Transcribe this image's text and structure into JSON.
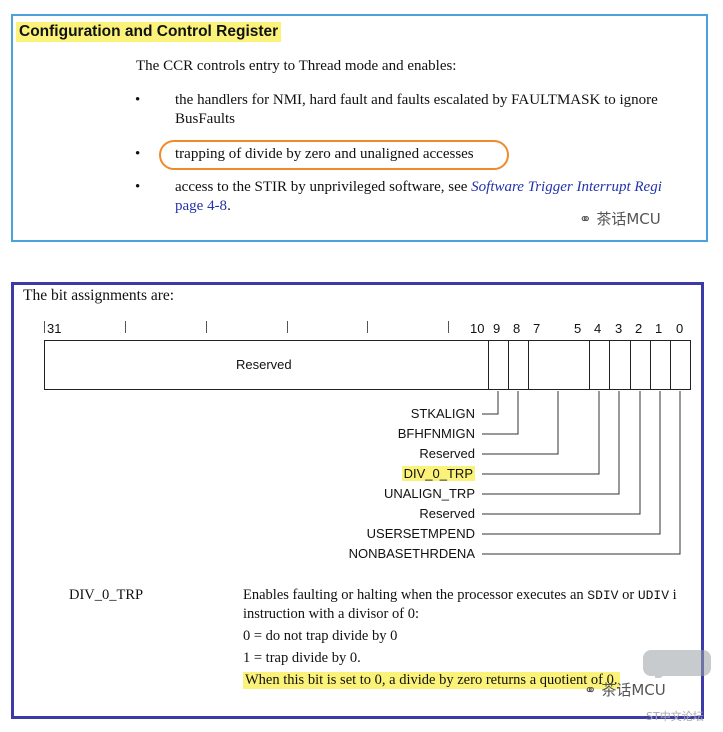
{
  "section1": {
    "heading": "Configuration and Control Register",
    "intro": "The CCR controls entry to Thread mode and enables:",
    "bullet_glyph": "•",
    "bullets": {
      "b1_line1": "the handlers for NMI, hard fault and faults escalated by FAULTMASK to ignore",
      "b1_line2": "BusFaults",
      "b2": "trapping of divide by zero and unaligned accesses",
      "b3_prefix": "access to the STIR by unprivileged software, see ",
      "b3_link": "Software Trigger Interrupt Regi",
      "b3_line2": "page 4-8",
      "b3_line2_end": "."
    },
    "watermark": "茶话MCU"
  },
  "section2": {
    "title": "The bit assignments are:",
    "bit_numbers": [
      "31",
      "10",
      "9",
      "8",
      "7",
      "5",
      "4",
      "3",
      "2",
      "1",
      "0"
    ],
    "reserved_label": "Reserved",
    "fields": [
      "STKALIGN",
      "BFHFNMIGN",
      "Reserved",
      "DIV_0_TRP",
      "UNALIGN_TRP",
      "Reserved",
      "USERSETMPEND",
      "NONBASETHRDENA"
    ],
    "highlight_color": "#fbf27a",
    "description": {
      "name": "DIV_0_TRP",
      "line1_pre": "Enables faulting or halting when the processor executes an ",
      "sdiv": "SDIV",
      "or": " or ",
      "udiv": "UDIV",
      "line1_end": " i",
      "line2": "instruction with a divisor of 0:",
      "line3": "0 = do not trap divide by 0",
      "line4": "1 = trap divide by 0.",
      "line5": "When this bit is set to 0, a divide by zero returns a quotient of 0."
    },
    "watermark": "茶话MCU",
    "forum_mark": "ST中文论坛"
  }
}
